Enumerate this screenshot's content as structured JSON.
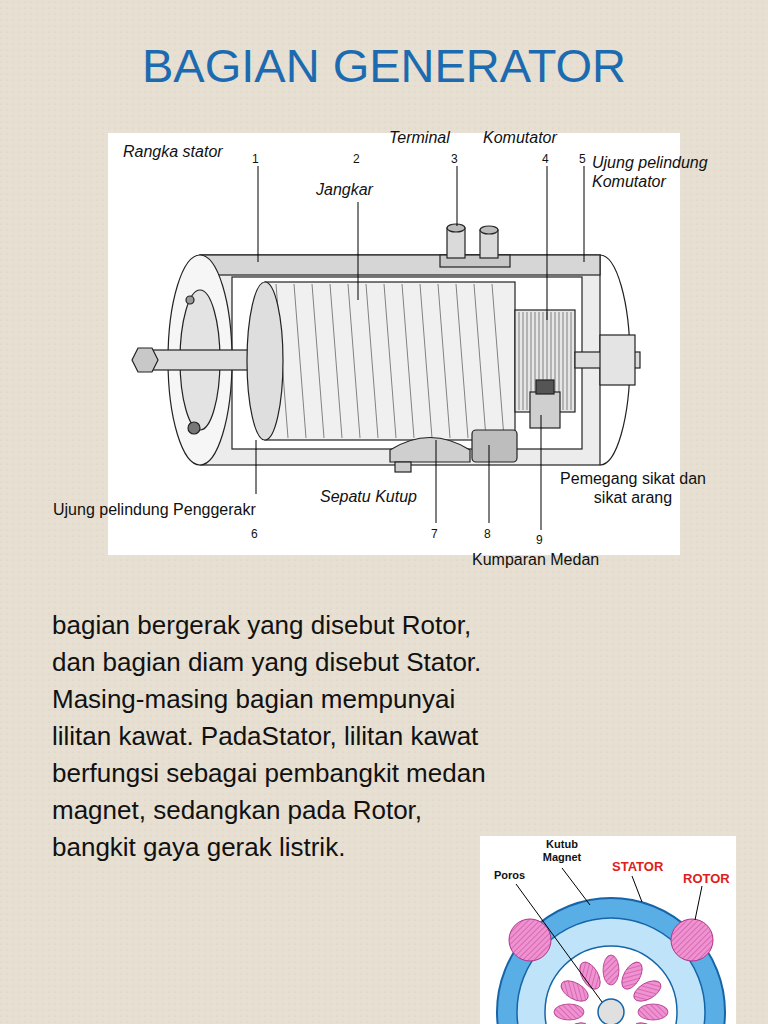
{
  "diagram": {
    "title": "BAGIAN GENERATOR",
    "labels": [
      "Rangka stator",
      "1",
      "Terminal",
      "3",
      "Komutator",
      "4",
      "Jangkar",
      "2",
      "5",
      "Ujung pelindung Komutator",
      "Pemegang sikat dan sikat arang",
      "Ujung pelindung Penggerakr",
      "Sepatu Kutup",
      "6",
      "7",
      "8",
      "9",
      "Kumparan Medan",
      "bagian bergerak yang disebut Rotor, dan bagian diam yang disebut Stator. Masing-masing bagian mempunyai lilitan kawat. PadaStator, lilitan kawat berfungsi sebagai pembangkit medan magnet, sedangkan pada Rotor, bangkit gaya gerak listrik.",
      "Kutub Magnet",
      "Poros",
      "STATOR",
      "ROTOR"
    ]
  }
}
